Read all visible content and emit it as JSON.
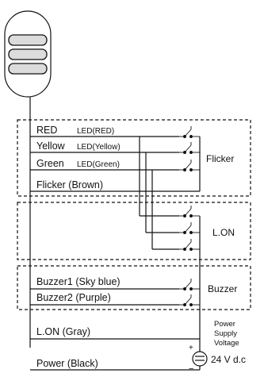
{
  "flicker_group": {
    "label": "Flicker",
    "wires": [
      {
        "name": "RED",
        "led": "LED(RED)"
      },
      {
        "name": "Yellow",
        "led": "LED(Yellow)"
      },
      {
        "name": "Green",
        "led": "LED(Green)"
      },
      {
        "name": "Flicker (Brown)",
        "led": ""
      }
    ]
  },
  "lon_group": {
    "label": "L.ON"
  },
  "buzzer_group": {
    "label": "Buzzer",
    "wires": [
      {
        "name": "Buzzer1 (Sky blue)"
      },
      {
        "name": "Buzzer2 (Purple)"
      }
    ]
  },
  "bottom_wires": [
    {
      "name": "L.ON (Gray)"
    },
    {
      "name": "Power (Black)"
    }
  ],
  "power_supply": {
    "label_lines": [
      "Power",
      "Supply",
      "Voltage"
    ],
    "voltage": "24 V d.c",
    "plus": "+",
    "minus": "−"
  }
}
